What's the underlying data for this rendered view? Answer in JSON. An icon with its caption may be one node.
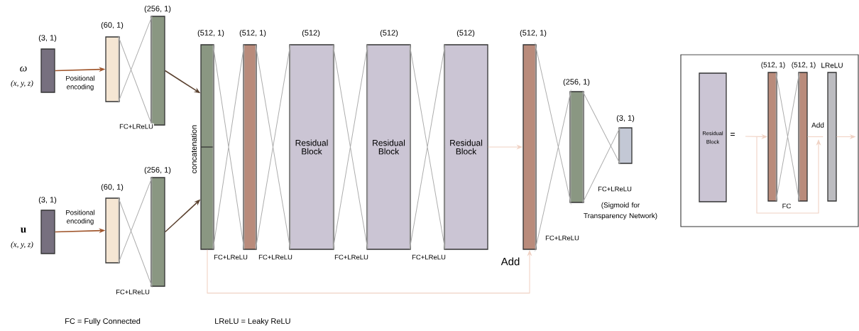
{
  "diagram": {
    "nodes": [
      {
        "text": [],
        "shape": "bar",
        "beside": [
          "(3, 1)",
          "ω",
          "(x, y, z)"
        ]
      },
      {
        "text": [],
        "shape": "bar",
        "beside": [
          "(60, 1)"
        ]
      },
      {
        "text": [],
        "shape": "bar",
        "beside": [
          "(256, 1)"
        ]
      },
      {
        "text": [],
        "shape": "bar",
        "beside": [
          "(512, 1)",
          "concatenation"
        ]
      },
      {
        "text": [],
        "shape": "bar",
        "beside": [
          "(512, 1)"
        ]
      },
      {
        "text": [
          "Residual Block"
        ],
        "beside": [
          "(512)"
        ]
      },
      {
        "text": [
          "Residual Block"
        ],
        "beside": [
          "(512)"
        ]
      },
      {
        "text": [
          "Residual Block"
        ],
        "beside": [
          "(512)"
        ]
      },
      {
        "text": [],
        "shape": "bar",
        "beside": [
          "(512, 1)",
          "Add"
        ]
      },
      {
        "text": [],
        "shape": "bar",
        "beside": [
          "(256, 1)"
        ]
      },
      {
        "text": [],
        "shape": "bar",
        "beside": [
          "(3, 1)"
        ]
      },
      {
        "text": [],
        "shape": "bar",
        "beside": [
          "(3, 1)",
          "u",
          "(x, y, z)"
        ]
      },
      {
        "text": [],
        "shape": "bar",
        "beside": [
          "(60, 1)"
        ]
      },
      {
        "text": [],
        "shape": "bar",
        "beside": [
          "(256, 1)"
        ]
      },
      {
        "text": [],
        "shape": "box"
      },
      {
        "text": [
          "Residual Block"
        ],
        "in": 14,
        "beside": [
          "="
        ]
      },
      {
        "text": [],
        "shape": "bar",
        "in": 14,
        "beside": [
          "(512, 1)"
        ]
      },
      {
        "text": [],
        "shape": "bar",
        "in": 14,
        "beside": [
          "(512, 1)"
        ]
      },
      {
        "text": [],
        "shape": "bar",
        "in": 14,
        "beside": [
          "LReLU"
        ]
      }
    ],
    "edges": [
      {
        "from": 0,
        "to": 1,
        "arrow": "to",
        "label": "Positional encoding",
        "color": "#a0562c"
      },
      {
        "from": 1,
        "to": 2,
        "arrow": "none",
        "label": "FC+LReLU"
      },
      {
        "from": 2,
        "to": 3,
        "arrow": "to",
        "color": "#5b4230"
      },
      {
        "from": 11,
        "to": 12,
        "arrow": "to",
        "label": "Positional encoding",
        "color": "#a0562c"
      },
      {
        "from": 12,
        "to": 13,
        "arrow": "none",
        "label": "FC+LReLU"
      },
      {
        "from": 13,
        "to": 3,
        "arrow": "to",
        "color": "#5b4230"
      },
      {
        "from": 3,
        "to": 4,
        "arrow": "none",
        "label": "FC+LReLU"
      },
      {
        "from": 4,
        "to": 5,
        "arrow": "none",
        "label": "FC+LReLU"
      },
      {
        "from": 5,
        "to": 6,
        "arrow": "none",
        "label": "FC+LReLU"
      },
      {
        "from": 6,
        "to": 7,
        "arrow": "none",
        "label": "FC+LReLU"
      },
      {
        "from": 7,
        "to": 8,
        "arrow": "to",
        "color": "#f0d2c4"
      },
      {
        "from": 3,
        "to": 8,
        "arrow": "to",
        "color": "#f0d2c4"
      },
      {
        "from": 8,
        "to": 9,
        "arrow": "none",
        "label": "FC+LReLU"
      },
      {
        "from": 9,
        "to": 10,
        "arrow": "none",
        "label": "FC+LReLU"
      },
      {
        "from": null,
        "to": 16,
        "arrow": "to",
        "color": "#f0d2c4"
      },
      {
        "from": 16,
        "to": 17,
        "arrow": "none",
        "label": "FC"
      },
      {
        "from": 17,
        "to": 18,
        "arrow": "none",
        "label": "Add",
        "color": "#f0d2c4"
      },
      {
        "from": null,
        "to": 18,
        "arrow": "to",
        "color": "#f0d2c4"
      },
      {
        "from": 18,
        "to": null,
        "arrow": "to",
        "color": "#f0d2c4"
      }
    ],
    "labels": [
      "(Sigmoid for Transparency Network)",
      "FC = Fully Connected",
      "LReLU = Leaky ReLU"
    ]
  }
}
